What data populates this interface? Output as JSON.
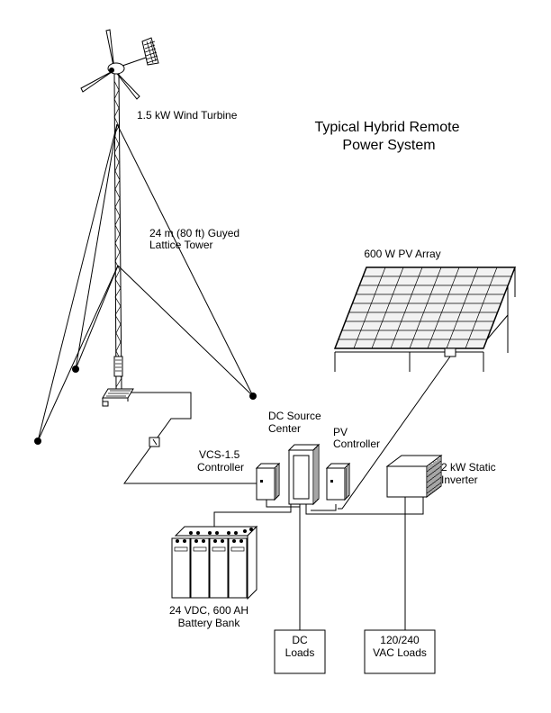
{
  "title": {
    "line1": "Typical Hybrid Remote",
    "line2": "Power System"
  },
  "labels": {
    "wind_turbine": "1.5 kW Wind Turbine",
    "tower_line1": "24 m (80 ft) Guyed",
    "tower_line2": "Lattice Tower",
    "pv_array": "600 W PV Array",
    "dc_center_line1": "DC Source",
    "dc_center_line2": "Center",
    "pv_controller_line1": "PV",
    "pv_controller_line2": "Controller",
    "vcs_line1": "VCS-1.5",
    "vcs_line2": "Controller",
    "inverter_line1": "2 kW Static",
    "inverter_line2": "Inverter",
    "battery_line1": "24 VDC, 600 AH",
    "battery_line2": "Battery Bank",
    "dc_loads_line1": "DC",
    "dc_loads_line2": "Loads",
    "vac_loads_line1": "120/240",
    "vac_loads_line2": "VAC Loads"
  }
}
